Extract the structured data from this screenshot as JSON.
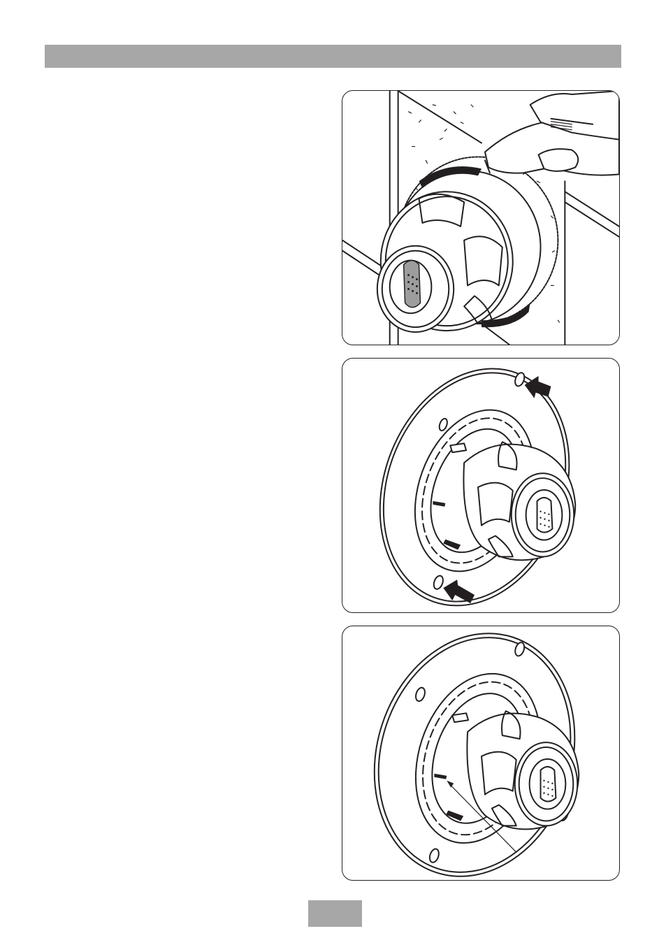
{
  "header": {
    "title": ""
  },
  "figures": [
    {
      "id": "fig-sealing",
      "icon": "shower-control-sealing-illustration"
    },
    {
      "id": "fig-shroud-press",
      "icon": "shroud-press-arrows-illustration"
    },
    {
      "id": "fig-shroud-fitted",
      "icon": "shroud-fitted-illustration"
    }
  ],
  "footer": {
    "page_number": ""
  },
  "colors": {
    "header_bar": "#a7a7a7",
    "line": "#231f20",
    "shading": "#9d9d9d"
  }
}
